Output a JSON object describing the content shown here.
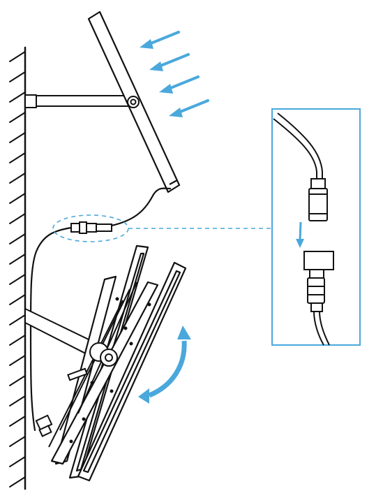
{
  "diagram": {
    "kind": "installation-illustration",
    "elements": {
      "wall": "hatched-wall",
      "solar_panel": "solar-panel",
      "mount_arm": "panel-mount-arm",
      "sunlight": "sunlight-arrows",
      "cable": "power-cable",
      "connector": "cable-connector",
      "light": "flood-light-fixture",
      "rotation": "rotation-arrow",
      "detail": "connector-detail-inset"
    },
    "sunlight_arrow_count": 4
  },
  "colors": {
    "line": "#111111",
    "accent": "#4aa8dc",
    "background": "#ffffff"
  }
}
